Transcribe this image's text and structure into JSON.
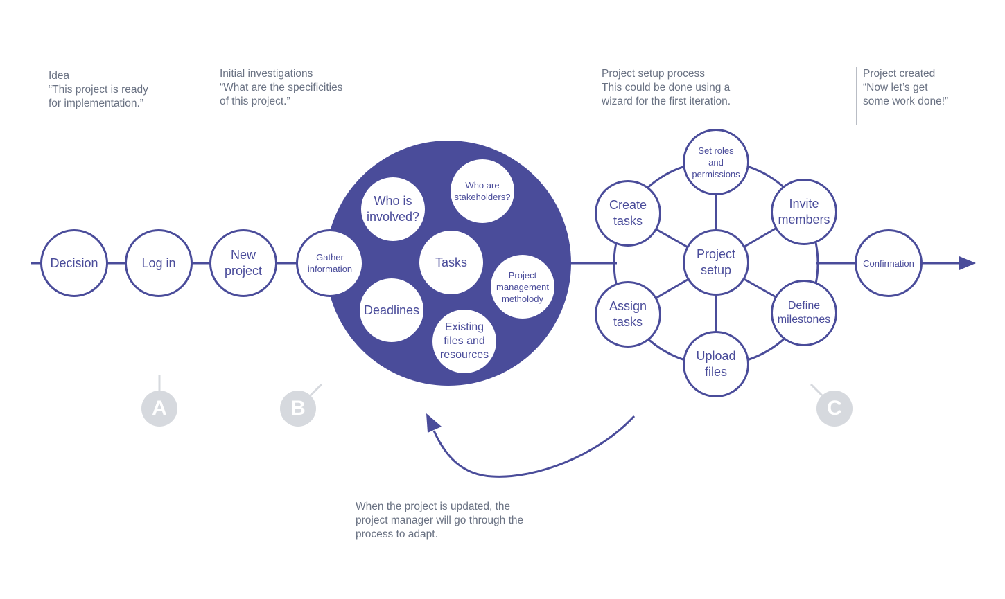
{
  "notes": {
    "idea": [
      "Idea",
      "“This project is ready",
      "for implementation.”"
    ],
    "investigations": [
      "Initial investigations",
      "“What are the specificities",
      "of this project.”"
    ],
    "setup": [
      "Project setup process",
      "This could be done using a",
      "wizard for the first iteration."
    ],
    "created": [
      "Project created",
      "“Now let’s get",
      "some work done!”"
    ],
    "update": [
      "When the project is updated, the",
      "project manager will go through the",
      "process to adapt."
    ]
  },
  "flow": {
    "decision": [
      "Decision"
    ],
    "login": [
      "Log in"
    ],
    "new_project": [
      "New",
      "project"
    ],
    "gather": [
      "Gather",
      "information"
    ],
    "confirmation": [
      "Confirmation"
    ]
  },
  "info": {
    "who_involved": [
      "Who is",
      "involved?"
    ],
    "stakeholders": [
      "Who are",
      "stakeholders?"
    ],
    "tasks": [
      "Tasks"
    ],
    "methodology": [
      "Project",
      "management",
      "metholody"
    ],
    "deadlines": [
      "Deadlines"
    ],
    "files": [
      "Existing",
      "files and",
      "resources"
    ]
  },
  "setup": {
    "center": [
      "Project",
      "setup"
    ],
    "roles": [
      "Set roles",
      "and",
      "permissions"
    ],
    "invite": [
      "Invite",
      "members"
    ],
    "milestones": [
      "Define",
      "milestones"
    ],
    "upload": [
      "Upload",
      "files"
    ],
    "assign": [
      "Assign",
      "tasks"
    ],
    "create": [
      "Create",
      "tasks"
    ]
  },
  "badges": {
    "a": "A",
    "b": "B",
    "c": "C"
  },
  "colors": {
    "primary": "#4a4c9a",
    "note_text": "#6a7283",
    "badge": "#d6d9de",
    "divider": "#b9bdc5"
  }
}
